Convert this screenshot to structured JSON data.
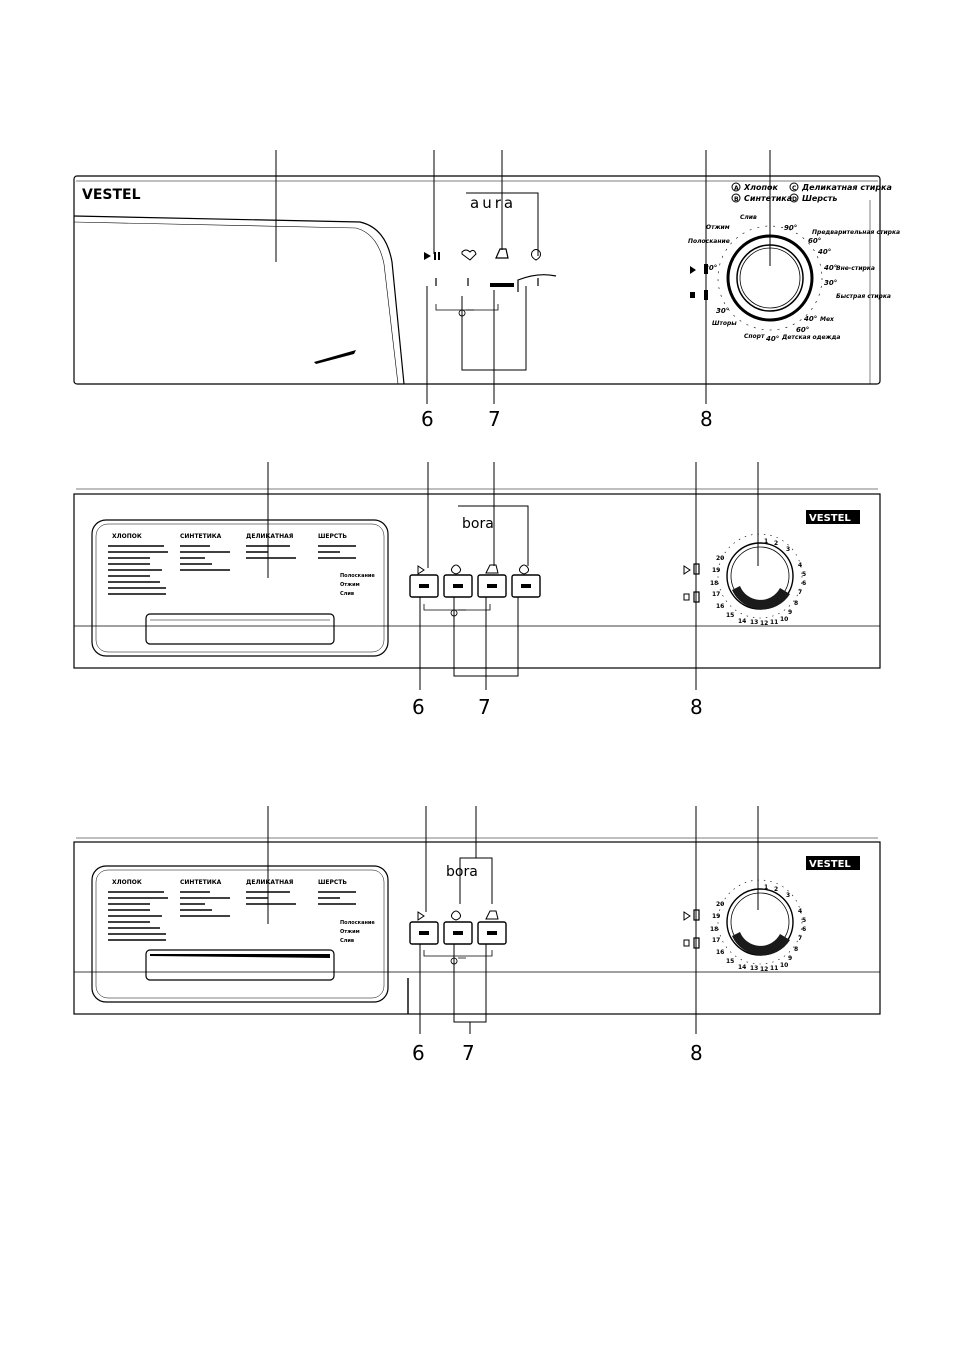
{
  "panels": [
    {
      "brand": "VESTEL",
      "model": "aura",
      "callouts": [
        "6",
        "7",
        "8"
      ],
      "program_legend": [
        "Хлопок",
        "Синтетика",
        "Деликатная стирка",
        "Шерсть"
      ],
      "legend_markers": [
        "A",
        "B",
        "C",
        "D"
      ],
      "dial_labels": [
        "Слив",
        "Отжим",
        "Полоскание",
        "30°",
        "30°",
        "Шторы",
        "Спорт",
        "40°",
        "Детская одежда",
        "60°",
        "40°",
        "Мех",
        "Быстрая стирка",
        "30°",
        "40°",
        "Вне-стирка",
        "40°",
        "60°",
        "90°",
        "Предварительная стирка"
      ]
    },
    {
      "brand": "VESTEL",
      "model": "bora",
      "callouts": [
        "6",
        "7",
        "8"
      ],
      "table_heads": [
        "ХЛОПОК",
        "СИНТЕТИКА",
        "ДЕЛИКАТНАЯ",
        "ШЕРСТЬ"
      ],
      "extras": [
        "Полоскание",
        "Отжим",
        "Слив"
      ],
      "dial_numbers": [
        "1",
        "2",
        "3",
        "4",
        "5",
        "6",
        "7",
        "8",
        "9",
        "10",
        "11",
        "12",
        "13",
        "14",
        "15",
        "16",
        "17",
        "18",
        "19",
        "20"
      ]
    },
    {
      "brand": "VESTEL",
      "model": "bora",
      "callouts": [
        "6",
        "7",
        "8"
      ],
      "table_heads": [
        "ХЛОПОК",
        "СИНТЕТИКА",
        "ДЕЛИКАТНАЯ",
        "ШЕРСТЬ"
      ],
      "extras": [
        "Полоскание",
        "Отжим",
        "Слив"
      ],
      "dial_numbers": [
        "1",
        "2",
        "3",
        "4",
        "5",
        "6",
        "7",
        "8",
        "9",
        "10",
        "11",
        "12",
        "13",
        "14",
        "15",
        "16",
        "17",
        "18",
        "19",
        "20"
      ]
    }
  ],
  "colors": {
    "ink": "#000000",
    "paper": "#ffffff",
    "shade": "#1a1a1a"
  }
}
